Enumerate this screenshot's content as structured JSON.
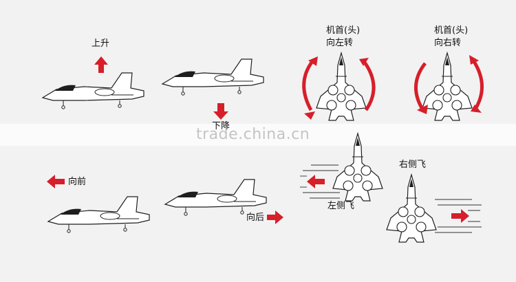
{
  "labels": {
    "up": "上升",
    "down": "下降",
    "left_turn_1": "机首(头)",
    "left_turn_2": "向左转",
    "right_turn_1": "机首(头)",
    "right_turn_2": "向右转",
    "forward": "向前",
    "backward": "向后",
    "left_side": "左侧飞",
    "right_side": "右侧飞"
  },
  "watermark": "trade.china.cn",
  "colors": {
    "arrow": "#d61f2a",
    "background": "#f2f2f2",
    "outline": "#1e1e1e"
  }
}
